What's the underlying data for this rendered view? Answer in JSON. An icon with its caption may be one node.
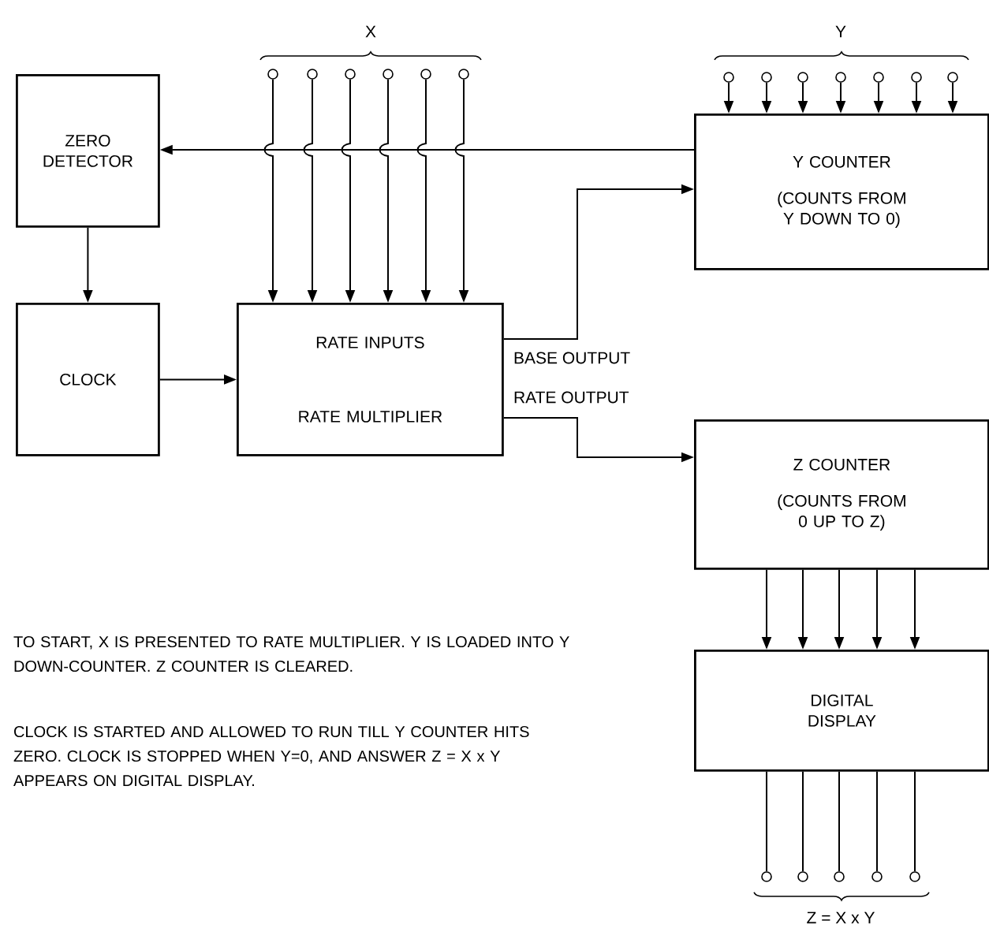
{
  "diagram": {
    "nodes": [
      {
        "text": [
          "ZERO DETECTOR"
        ]
      },
      {
        "text": [
          "CLOCK"
        ]
      },
      {
        "text": [
          "RATE INPUTS",
          "RATE MULTIPLIER"
        ]
      },
      {
        "text": [
          "Y COUNTER",
          "(COUNTS FROM Y DOWN TO 0)"
        ]
      },
      {
        "text": [
          "Z COUNTER",
          "(COUNTS FROM 0 UP TO Z)"
        ]
      },
      {
        "text": [
          "DIGITAL DISPLAY"
        ]
      },
      {
        "text": [],
        "shape": "circle"
      },
      {
        "text": [],
        "shape": "circle"
      },
      {
        "text": [],
        "shape": "circle"
      },
      {
        "text": [],
        "shape": "circle"
      },
      {
        "text": [],
        "shape": "circle"
      },
      {
        "text": [],
        "shape": "circle"
      },
      {
        "text": [],
        "shape": "circle"
      },
      {
        "text": [],
        "shape": "circle"
      },
      {
        "text": [],
        "shape": "circle"
      },
      {
        "text": [],
        "shape": "circle"
      },
      {
        "text": [],
        "shape": "circle"
      },
      {
        "text": [],
        "shape": "circle"
      },
      {
        "text": [],
        "shape": "circle"
      },
      {
        "text": [],
        "shape": "circle"
      },
      {
        "text": [],
        "shape": "circle"
      },
      {
        "text": [],
        "shape": "circle"
      },
      {
        "text": [],
        "shape": "circle"
      },
      {
        "text": [],
        "shape": "circle"
      }
    ],
    "edges": [
      {
        "from": 3,
        "to": 0,
        "arrow": "to"
      },
      {
        "from": 0,
        "to": 1,
        "arrow": "to"
      },
      {
        "from": 1,
        "to": 2,
        "arrow": "to"
      },
      {
        "from": 2,
        "to": 3,
        "arrow": "to",
        "label": "BASE OUTPUT"
      },
      {
        "from": 2,
        "to": 4,
        "arrow": "to",
        "label": "RATE OUTPUT"
      },
      {
        "from": 6,
        "to": 2,
        "arrow": "to"
      },
      {
        "from": 7,
        "to": 2,
        "arrow": "to"
      },
      {
        "from": 8,
        "to": 2,
        "arrow": "to"
      },
      {
        "from": 9,
        "to": 2,
        "arrow": "to"
      },
      {
        "from": 10,
        "to": 2,
        "arrow": "to"
      },
      {
        "from": 11,
        "to": 2,
        "arrow": "to"
      },
      {
        "from": 12,
        "to": 3,
        "arrow": "to"
      },
      {
        "from": 13,
        "to": 3,
        "arrow": "to"
      },
      {
        "from": 14,
        "to": 3,
        "arrow": "to"
      },
      {
        "from": 15,
        "to": 3,
        "arrow": "to"
      },
      {
        "from": 16,
        "to": 3,
        "arrow": "to"
      },
      {
        "from": 17,
        "to": 3,
        "arrow": "to"
      },
      {
        "from": 18,
        "to": 3,
        "arrow": "to"
      },
      {
        "from": 4,
        "to": 5,
        "arrow": "to"
      },
      {
        "from": 4,
        "to": 5,
        "arrow": "to"
      },
      {
        "from": 4,
        "to": 5,
        "arrow": "to"
      },
      {
        "from": 4,
        "to": 5,
        "arrow": "to"
      },
      {
        "from": 4,
        "to": 5,
        "arrow": "to"
      },
      {
        "from": 5,
        "to": 19,
        "arrow": "none"
      },
      {
        "from": 5,
        "to": 20,
        "arrow": "none"
      },
      {
        "from": 5,
        "to": 21,
        "arrow": "none"
      },
      {
        "from": 5,
        "to": 22,
        "arrow": "none"
      },
      {
        "from": 5,
        "to": 23,
        "arrow": "none"
      }
    ],
    "labels": [
      "X",
      "Y",
      "TO START, X IS PRESENTED TO RATE MULTIPLIER. Y IS LOADED INTO Y DOWN-COUNTER. Z COUNTER IS CLEARED.",
      "CLOCK IS STARTED AND ALLOWED TO RUN TILL Y COUNTER HITS ZERO. CLOCK IS STOPPED WHEN Y=0, AND ANSWER Z = X x Y APPEARS ON DIGITAL DISPLAY.",
      "Z = X x Y"
    ]
  }
}
